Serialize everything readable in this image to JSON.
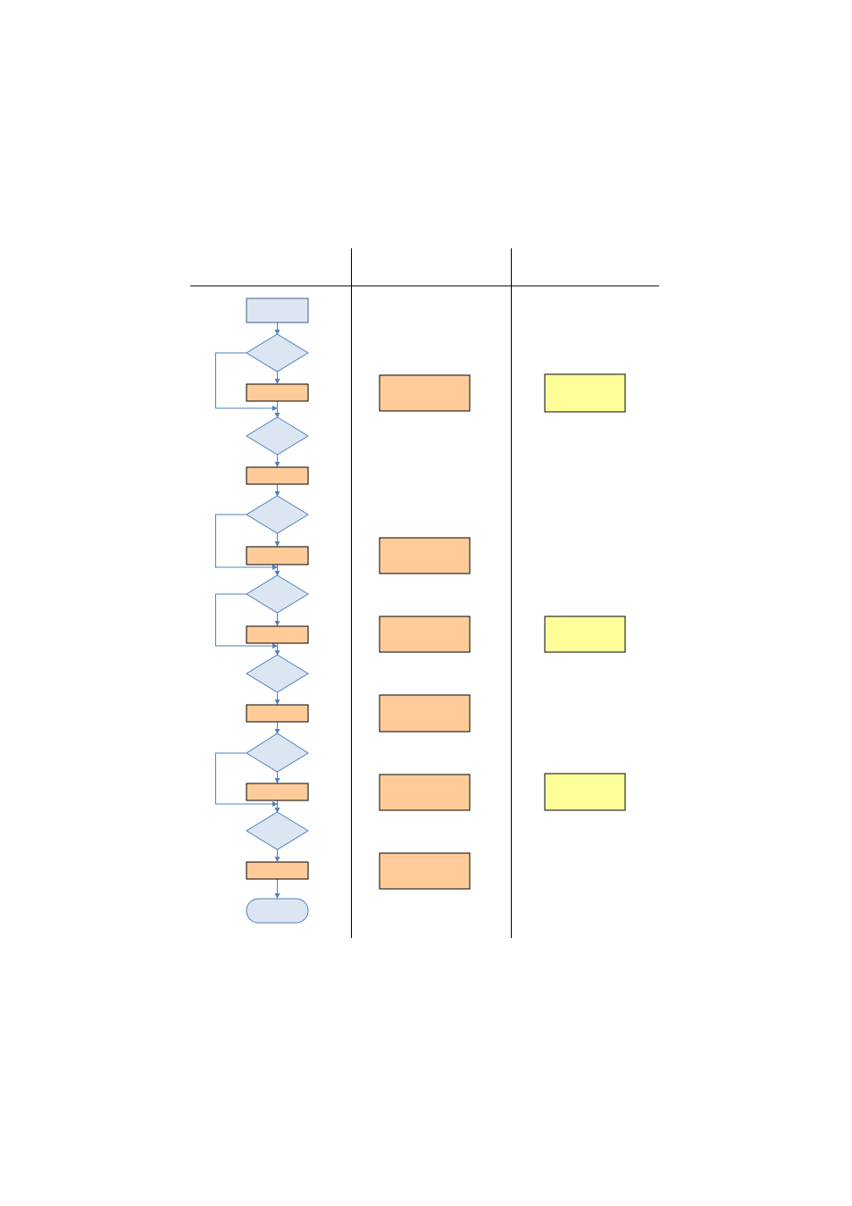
{
  "diagram": {
    "type": "swimlane-flowchart",
    "lanes": [
      {
        "id": "lane-1",
        "label": ""
      },
      {
        "id": "lane-2",
        "label": ""
      },
      {
        "id": "lane-3",
        "label": ""
      }
    ],
    "colors": {
      "frame_line": "#000000",
      "connector": "#4f81bd",
      "terminal_fill": "#dce6f2",
      "terminal_stroke": "#385d8a",
      "decision_fill": "#dce6f2",
      "decision_stroke": "#4f81bd",
      "process_fill": "#ffcc99",
      "process_stroke": "#000000",
      "note_fill": "#ffff99",
      "note_stroke": "#000000"
    },
    "nodes": [
      {
        "id": "start",
        "shape": "terminal-rect",
        "lane": "lane-1",
        "label": ""
      },
      {
        "id": "decision-1",
        "shape": "diamond",
        "lane": "lane-1",
        "label": ""
      },
      {
        "id": "process-1",
        "shape": "rect",
        "lane": "lane-1",
        "label": ""
      },
      {
        "id": "decision-2",
        "shape": "diamond",
        "lane": "lane-1",
        "label": ""
      },
      {
        "id": "process-2",
        "shape": "rect",
        "lane": "lane-1",
        "label": ""
      },
      {
        "id": "decision-3",
        "shape": "diamond",
        "lane": "lane-1",
        "label": ""
      },
      {
        "id": "process-3",
        "shape": "rect",
        "lane": "lane-1",
        "label": ""
      },
      {
        "id": "decision-4",
        "shape": "diamond",
        "lane": "lane-1",
        "label": ""
      },
      {
        "id": "process-4",
        "shape": "rect",
        "lane": "lane-1",
        "label": ""
      },
      {
        "id": "decision-5",
        "shape": "diamond",
        "lane": "lane-1",
        "label": ""
      },
      {
        "id": "process-5",
        "shape": "rect",
        "lane": "lane-1",
        "label": ""
      },
      {
        "id": "decision-6",
        "shape": "diamond",
        "lane": "lane-1",
        "label": ""
      },
      {
        "id": "process-6",
        "shape": "rect",
        "lane": "lane-1",
        "label": ""
      },
      {
        "id": "decision-7",
        "shape": "diamond",
        "lane": "lane-1",
        "label": ""
      },
      {
        "id": "process-7",
        "shape": "rect",
        "lane": "lane-1",
        "label": ""
      },
      {
        "id": "end",
        "shape": "terminal-rounded",
        "lane": "lane-1",
        "label": ""
      },
      {
        "id": "doc-1",
        "shape": "rect",
        "lane": "lane-2",
        "label": ""
      },
      {
        "id": "doc-2",
        "shape": "rect",
        "lane": "lane-2",
        "label": ""
      },
      {
        "id": "doc-3",
        "shape": "rect",
        "lane": "lane-2",
        "label": ""
      },
      {
        "id": "doc-4",
        "shape": "rect",
        "lane": "lane-2",
        "label": ""
      },
      {
        "id": "doc-5",
        "shape": "rect",
        "lane": "lane-2",
        "label": ""
      },
      {
        "id": "doc-6",
        "shape": "rect",
        "lane": "lane-2",
        "label": ""
      },
      {
        "id": "note-1",
        "shape": "rect",
        "lane": "lane-3",
        "label": ""
      },
      {
        "id": "note-2",
        "shape": "rect",
        "lane": "lane-3",
        "label": ""
      },
      {
        "id": "note-3",
        "shape": "rect",
        "lane": "lane-3",
        "label": ""
      }
    ],
    "edges": [
      {
        "from": "start",
        "to": "decision-1"
      },
      {
        "from": "decision-1",
        "to": "process-1"
      },
      {
        "from": "decision-1",
        "to": "decision-2",
        "route": "bypass"
      },
      {
        "from": "process-1",
        "to": "decision-2"
      },
      {
        "from": "decision-2",
        "to": "process-2"
      },
      {
        "from": "process-2",
        "to": "decision-3"
      },
      {
        "from": "decision-3",
        "to": "process-3"
      },
      {
        "from": "decision-3",
        "to": "decision-4",
        "route": "bypass"
      },
      {
        "from": "process-3",
        "to": "decision-4"
      },
      {
        "from": "decision-4",
        "to": "process-4"
      },
      {
        "from": "decision-4",
        "to": "decision-5",
        "route": "bypass"
      },
      {
        "from": "process-4",
        "to": "decision-5"
      },
      {
        "from": "decision-5",
        "to": "process-5"
      },
      {
        "from": "process-5",
        "to": "decision-6"
      },
      {
        "from": "decision-6",
        "to": "process-6"
      },
      {
        "from": "decision-6",
        "to": "decision-7",
        "route": "bypass"
      },
      {
        "from": "process-6",
        "to": "decision-7"
      },
      {
        "from": "decision-7",
        "to": "process-7"
      },
      {
        "from": "process-7",
        "to": "end"
      }
    ]
  }
}
